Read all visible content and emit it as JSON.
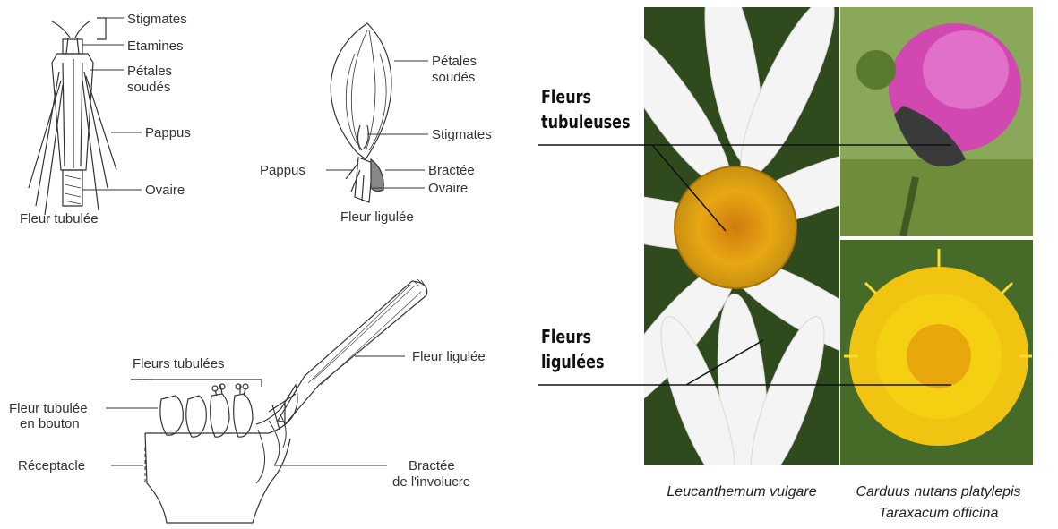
{
  "tubulee_diagram": {
    "labels": [
      "Stigmates",
      "Etamines",
      "Pétales",
      "soudés",
      "Pappus",
      "Ovaire"
    ],
    "caption": "Fleur tubulée"
  },
  "ligulee_diagram": {
    "labels": [
      "Pétales",
      "soudés",
      "Stigmates",
      "Pappus",
      "Bractée",
      "Ovaire"
    ],
    "caption": "Fleur ligulée"
  },
  "capitule_diagram": {
    "group_label": "Fleurs tubulées",
    "bud_label": [
      "Fleur tubulée",
      "en bouton"
    ],
    "receptacle_label": "Réceptacle",
    "ligule_label": "Fleur ligulée",
    "bract_label": [
      "Bractée",
      "de l'involucre"
    ]
  },
  "photos": {
    "tubuleuses_label": [
      "Fleurs",
      "tubuleuses"
    ],
    "ligulees_label": [
      "Fleurs",
      "ligulées"
    ],
    "caption_left": "Leucanthemum vulgare",
    "caption_right": [
      "Carduus nutans platylepis",
      "Taraxacum officina"
    ],
    "colors": {
      "daisy_center": "#e8a814",
      "daisy_petal": "#f4f4f4",
      "thistle": "#d048b0",
      "dandelion": "#f5d012",
      "grass": "#4e7a2c"
    }
  }
}
